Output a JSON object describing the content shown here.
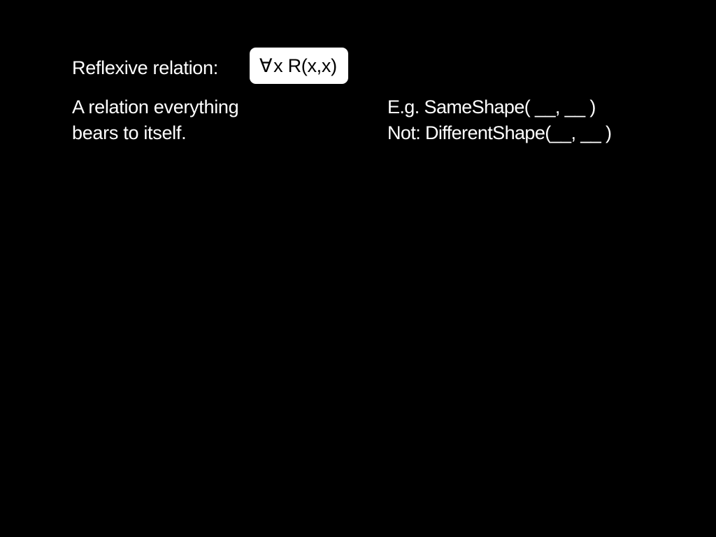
{
  "slide": {
    "heading": "Reflexive relation:",
    "formula": {
      "quantifier": "∀",
      "body": "x R(x,x)"
    },
    "definition": {
      "line1": "A relation everything",
      "line2": "bears to itself."
    },
    "examples": {
      "line1": "E.g. SameShape( __, __ )",
      "line2": "Not: DifferentShape(__, __ )"
    }
  },
  "colors": {
    "background": "#000000",
    "text": "#ffffff",
    "formula_box": "#ffffff",
    "formula_text": "#000000"
  }
}
